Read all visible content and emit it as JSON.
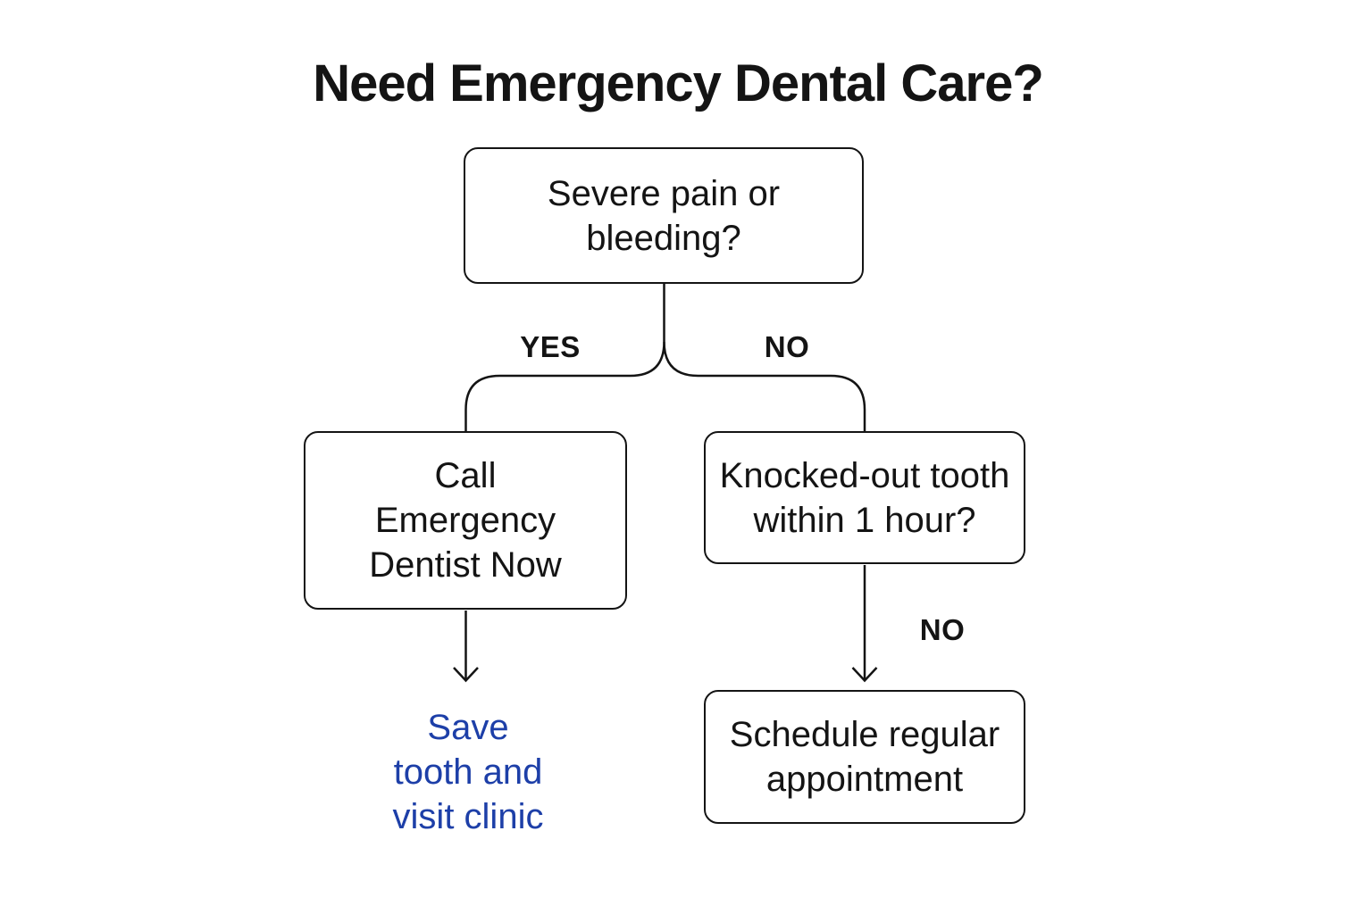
{
  "title": {
    "text": "Need Emergency Dental Care?"
  },
  "colors": {
    "ink": "#141414",
    "blue": "#1d3fa8",
    "bg": "#ffffff"
  },
  "nodes": {
    "severe_pain": {
      "text": "Severe pain or\nbleeding?"
    },
    "call_dentist": {
      "text": "Call\nEmergency\nDentist Now"
    },
    "knocked_out": {
      "text": "Knocked-out tooth\nwithin 1 hour?"
    },
    "schedule": {
      "text": "Schedule regular\nappointment"
    },
    "save_tooth_outcome": {
      "text": "Save\ntooth and\nvisit clinic"
    }
  },
  "edge_labels": {
    "yes": "YES",
    "no": "NO",
    "no_bottom": "NO"
  }
}
